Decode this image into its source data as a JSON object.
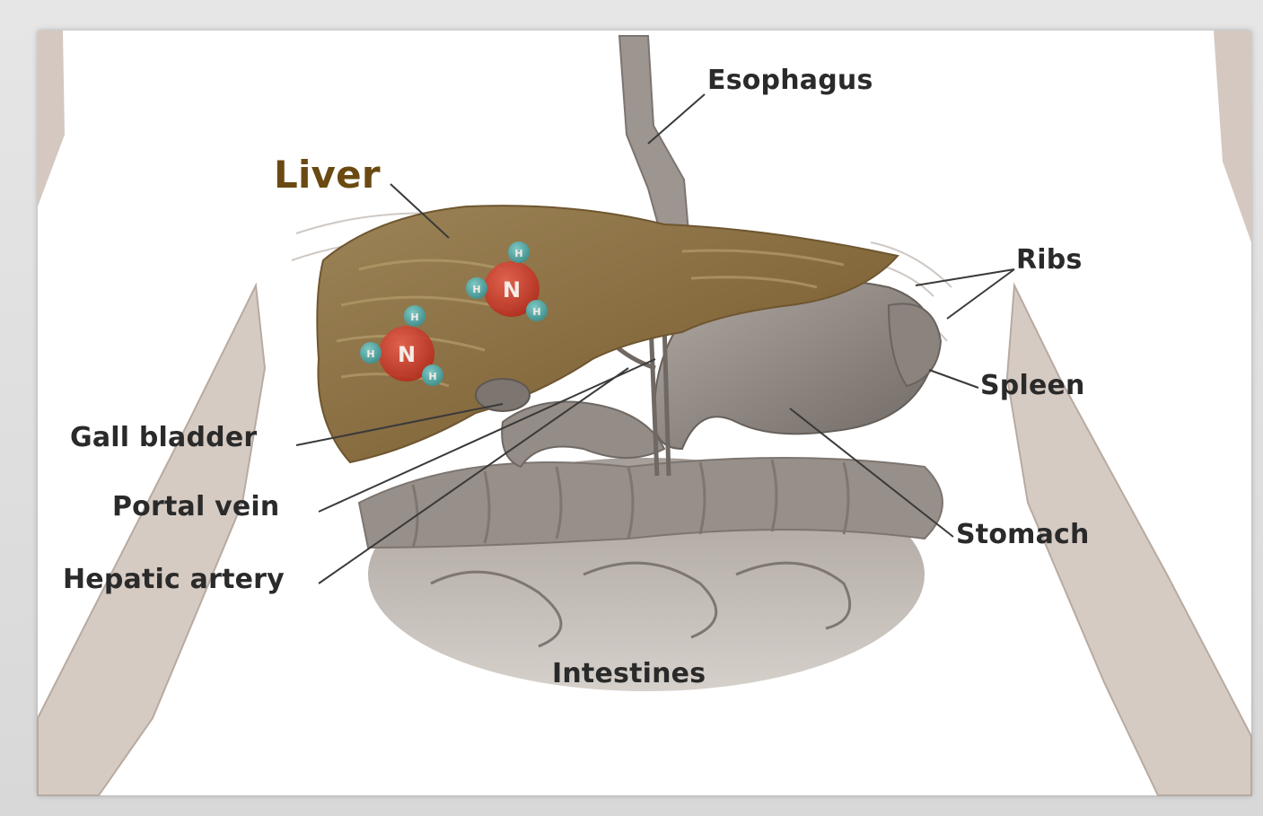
{
  "labels": {
    "liver": "Liver",
    "esophagus": "Esophagus",
    "ribs": "Ribs",
    "spleen": "Spleen",
    "stomach": "Stomach",
    "gall_bladder": "Gall bladder",
    "portal_vein": "Portal vein",
    "hepatic_artery": "Hepatic artery",
    "intestines": "Intestines"
  },
  "molecules": [
    {
      "center": "N",
      "hydrogens": [
        "H",
        "H",
        "H"
      ]
    },
    {
      "center": "N",
      "hydrogens": [
        "H",
        "H",
        "H"
      ]
    }
  ],
  "colors": {
    "liver": "#8a7146",
    "organ_gray": "#8f8781",
    "body_outline": "#c9bdb5",
    "nitrogen": "#c0392b",
    "hydrogen": "#4fa3a0",
    "label_text": "#2a2a2a",
    "liver_label": "#6a4a12"
  }
}
